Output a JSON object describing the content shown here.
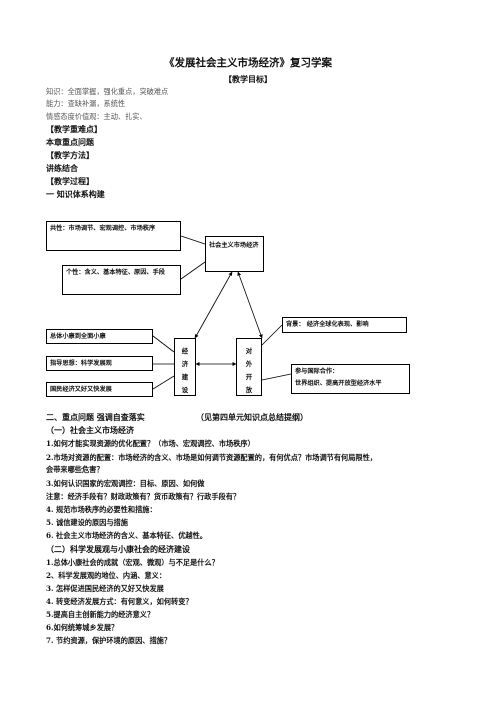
{
  "title": "《发展社会主义市场经济》复习学案",
  "sections": {
    "goals_header": "【教学目标】",
    "goals": [
      "知识：全面掌握，强化重点，突破难点",
      "能力：查缺补漏，系统性",
      "情感态度价值观：主动、扎实、"
    ],
    "key_header": "【教学重难点】",
    "key_text": "本章重点问题",
    "method_header": "【教学方法】",
    "method_text": "讲练结合",
    "process_header": "【教学过程】",
    "part1": "一  知识体系构建"
  },
  "diagram": {
    "box_common": "共性：市场调节、宏观调控、市场秩序",
    "box_market": "社会主义市场经济",
    "box_individual": "个性：含义、基本特征、原因、手段",
    "box_xiaokang": "总体小康到全面小康",
    "box_guide": "指导思想：科学发展观",
    "box_national": "国民经济又好又快发展",
    "box_jingji": [
      "经",
      "济",
      "建",
      "设"
    ],
    "box_duiwai": [
      "对",
      "外",
      "开",
      "放"
    ],
    "box_background": "背景： 经济全球化表现、影响",
    "box_intl": "参与国际合作：",
    "box_intl2": "世界组织、提高开放型经济水平"
  },
  "part2": {
    "heading": "二、重点问题  强调自查落实",
    "note": "（见第四单元知识点总结提纲）",
    "sub1": "（一）社会主义市场经济",
    "items1": [
      "1.如何才能实现资源的优化配置？（市场、宏观调控、市场秩序）",
      "2.市场对资源的配置：市场经济的含义、市场是如何调节资源配置的，有何优点？市场调节有何局限性，",
      "会带来哪些危害？",
      "3.如何认识国家的宏观调控：目标、原因、如何做",
      "注意：经济手段有？财政政策有？货币政策有？行政手段有？",
      "4.  规范市场秩序的必要性和措施：",
      "5.  诚信建设的原因与措施",
      "6.  社会主义市场经济的含义、基本特征、优越性。"
    ],
    "sub2": "（二）科学发展观与小康社会的经济建设",
    "items2": [
      "1.总体小康社会的成就（宏观、微观）与不足是什么？",
      "2、科学发展观的地位、内涵、意义：",
      "3.  怎样促进国民经济的又好又快发展",
      "4.  转变经济发展方式：有何意义，如何转变？",
      "5.提高自主创新能力的经济意义？",
      "6.如何统筹城乡发展？",
      "7.  节约资源，保护环境的原因、措施？"
    ]
  }
}
